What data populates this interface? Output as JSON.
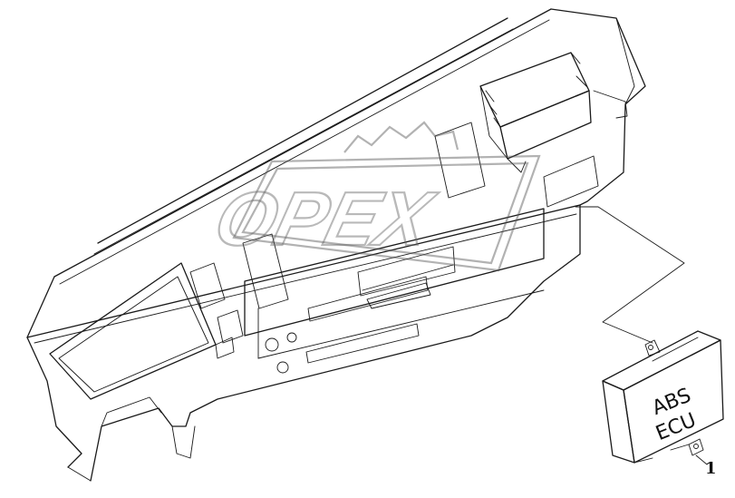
{
  "ecu": {
    "line1": "ABS",
    "line2": "ECU"
  },
  "callout": {
    "number": "1"
  },
  "watermark": {
    "text": "OPEX"
  }
}
